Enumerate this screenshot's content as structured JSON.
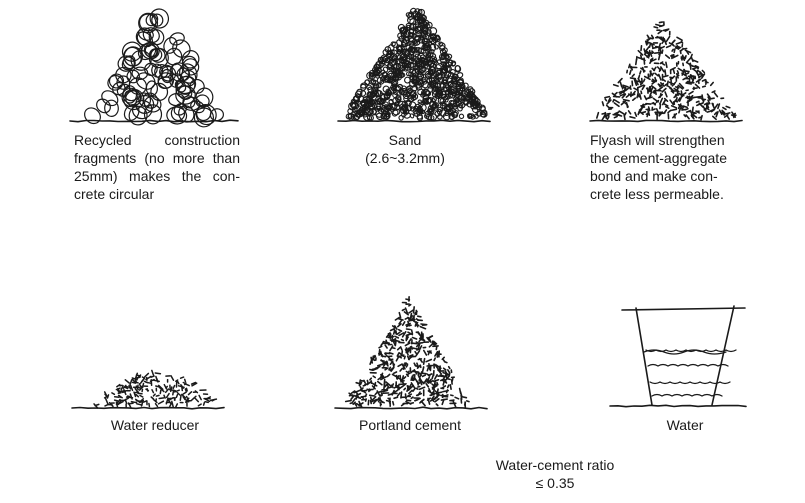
{
  "items": {
    "recycled": {
      "lines": [
        "Recycled construction",
        "fragments (no more than",
        "25mm) makes the con-",
        "crete circular"
      ],
      "icon": "gravel-pile-icon"
    },
    "sand": {
      "lines": [
        "Sand",
        "(2.6~3.2mm)"
      ],
      "icon": "sand-pile-icon"
    },
    "flyash": {
      "lines": [
        "Flyash will strengthen",
        "the cement-aggregate",
        "bond and make con-",
        "crete less permeable."
      ],
      "icon": "flyash-pile-icon"
    },
    "reducer": {
      "lines": [
        "Water reducer"
      ],
      "icon": "water-reducer-pile-icon"
    },
    "portland": {
      "lines": [
        "Portland cement"
      ],
      "icon": "cement-pile-icon"
    },
    "water": {
      "lines": [
        "Water"
      ],
      "icon": "water-container-icon"
    }
  },
  "ratio": {
    "lines": [
      "Water-cement ratio",
      "≤ 0.35"
    ]
  },
  "colors": {
    "ink": "#1a1a1a",
    "background": "#ffffff"
  }
}
